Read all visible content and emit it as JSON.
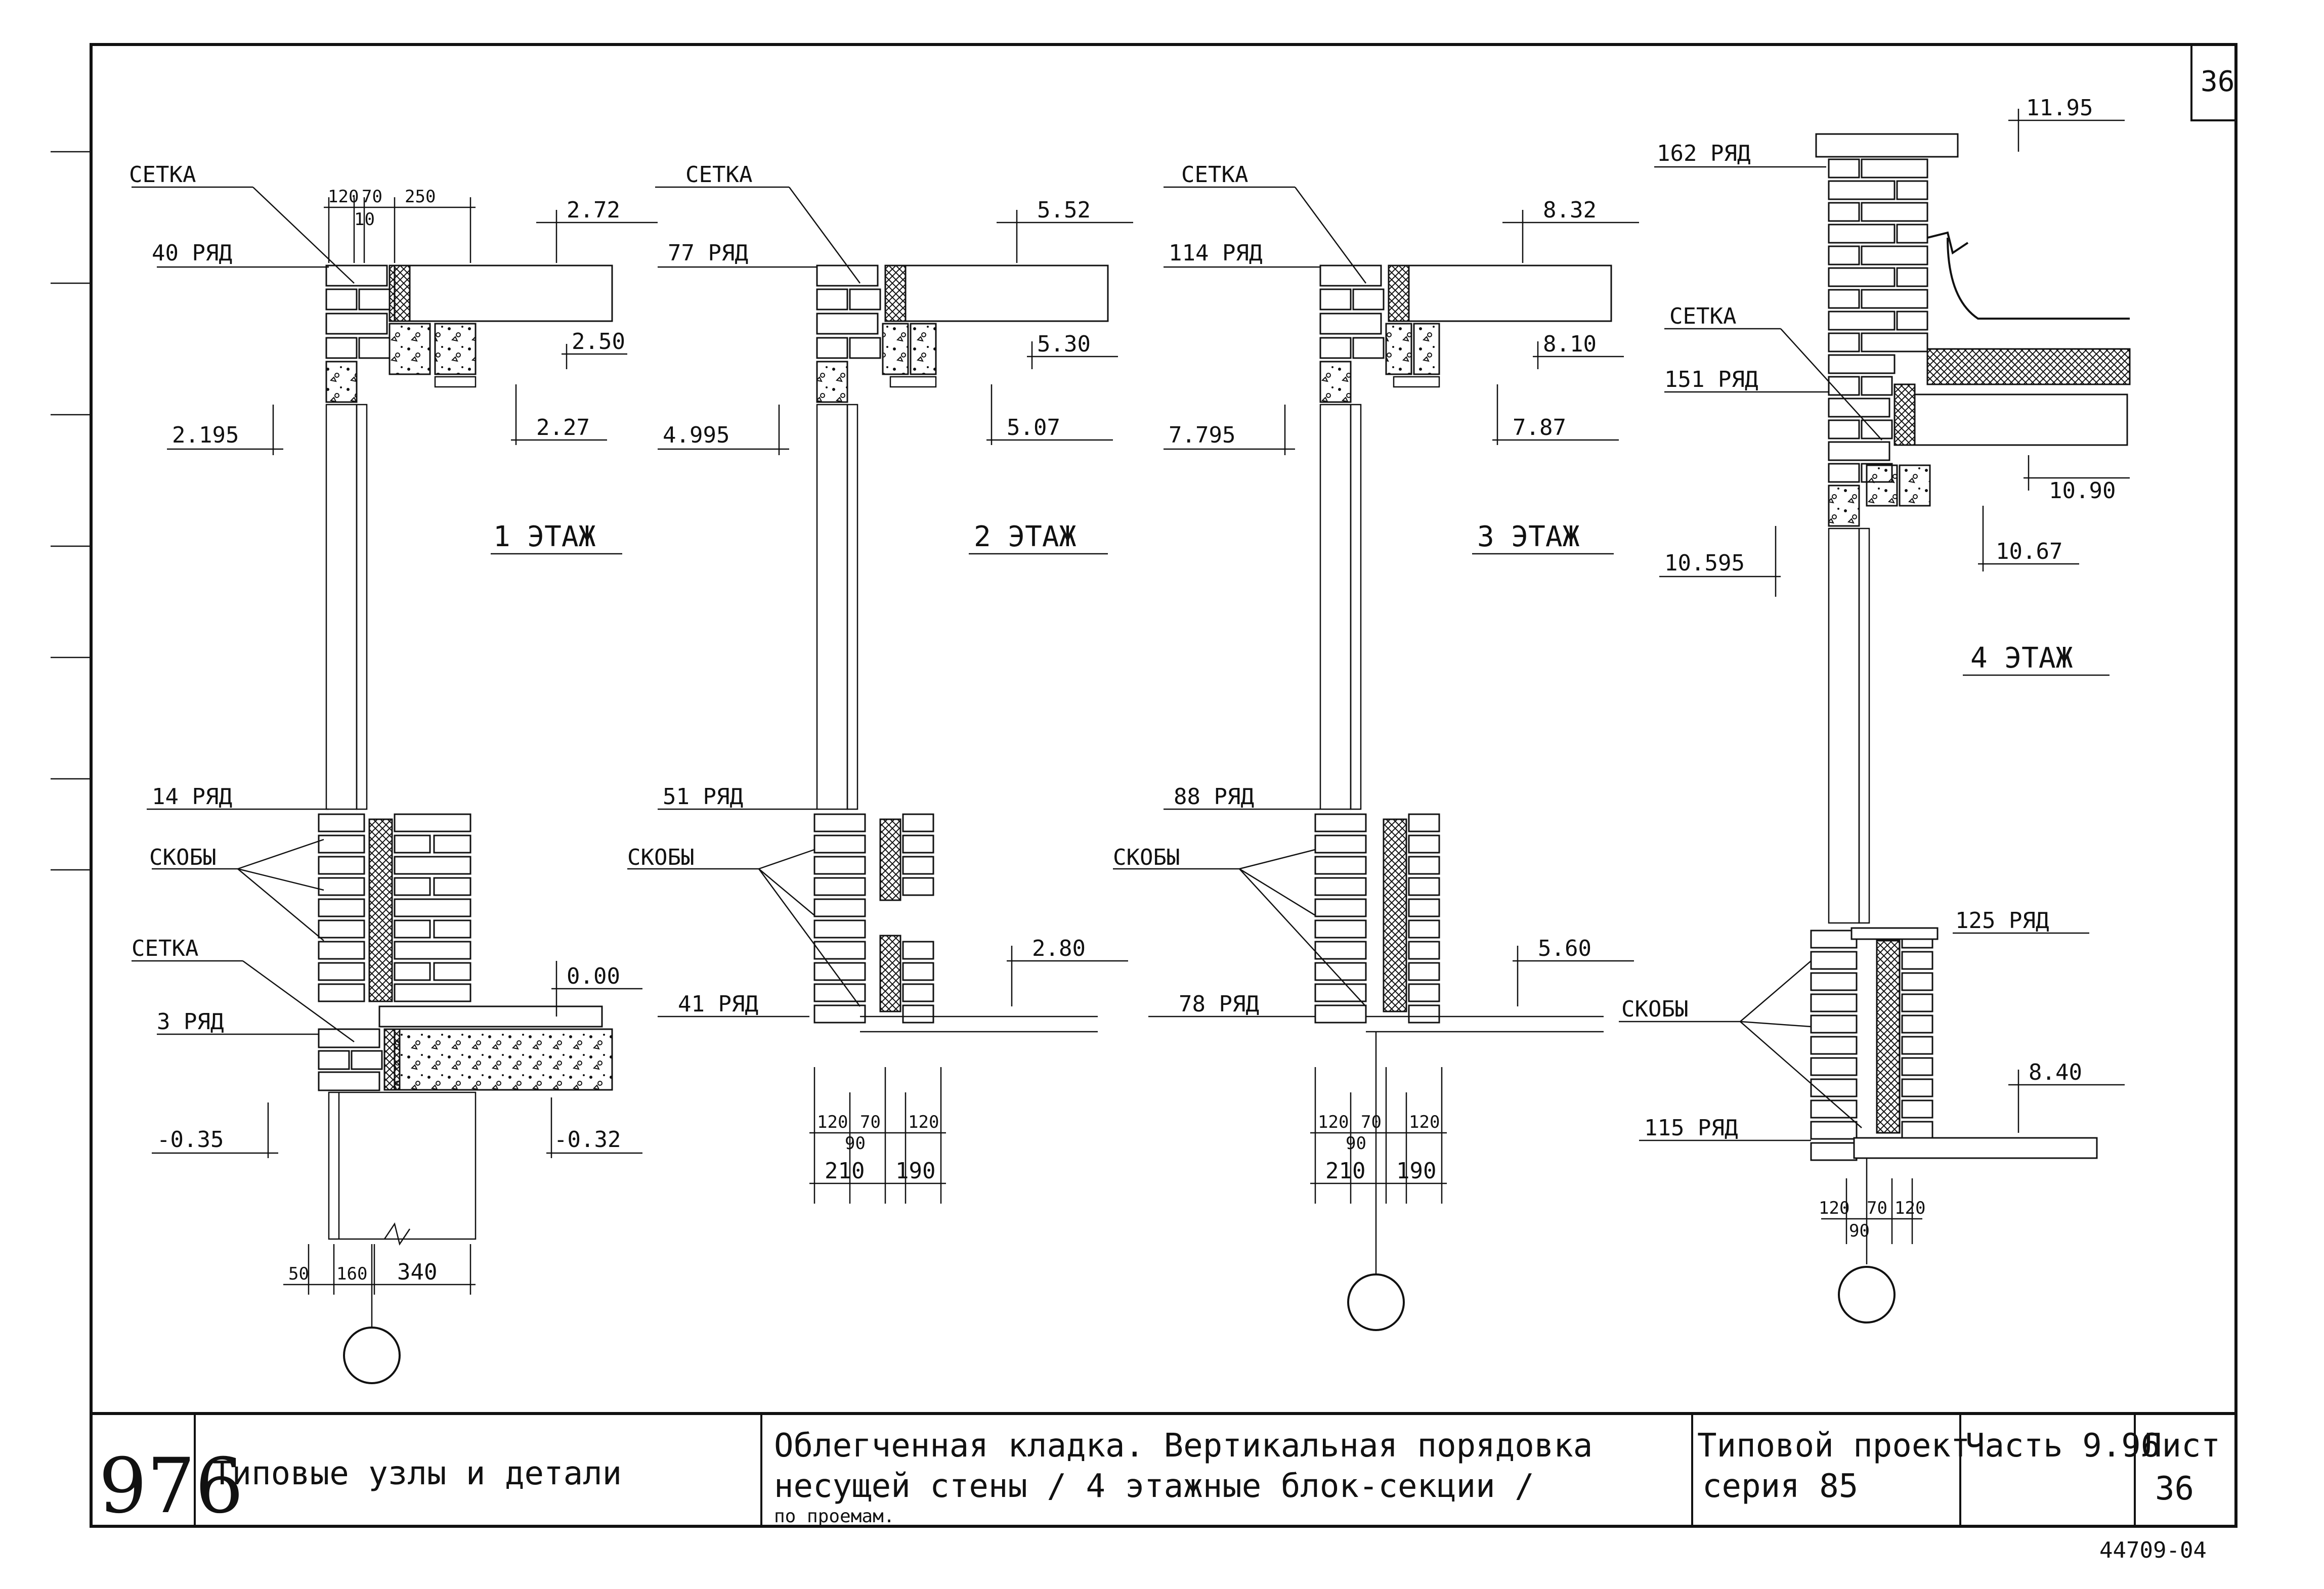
{
  "sheet_no": "36",
  "col1": {
    "setka_top": "СЕТКА",
    "dims_top": [
      "120",
      "70",
      "250"
    ],
    "dim_10": "10",
    "row_top": "40 РЯД",
    "lvl_272": "2.72",
    "lvl_250": "2.50",
    "lvl_227": "2.27",
    "lvl_2195": "2.195",
    "floor": "1 ЭТАЖ",
    "row_mid": "14 РЯД",
    "skoby": "СКОБЫ",
    "setka_bot": "СЕТКА",
    "lvl_000": "0.00",
    "row_bot": "3 РЯД",
    "lvl_m035": "-0.35",
    "lvl_m032": "-0.32",
    "dims_bot": [
      "50",
      "160",
      "340"
    ]
  },
  "col2": {
    "setka_top": "СЕТКА",
    "row_top": "77 РЯД",
    "lvl_552": "5.52",
    "lvl_530": "5.30",
    "lvl_507": "5.07",
    "lvl_4995": "4.995",
    "floor": "2 ЭТАЖ",
    "row_mid": "51 РЯД",
    "skoby": "СКОБЫ",
    "row_bot": "41 РЯД",
    "lvl_280": "2.80",
    "dims_bot": [
      "120",
      "70",
      "120"
    ],
    "dim_90": "90",
    "dims_bot2": [
      "210",
      "190"
    ]
  },
  "col3": {
    "setka_top": "СЕТКА",
    "row_top": "114 РЯД",
    "lvl_832": "8.32",
    "lvl_810": "8.10",
    "lvl_787": "7.87",
    "lvl_7795": "7.795",
    "floor": "3 ЭТАЖ",
    "row_mid": "88 РЯД",
    "skoby": "СКОБЫ",
    "row_bot": "78 РЯД",
    "lvl_560": "5.60",
    "dims_bot": [
      "120",
      "70",
      "120"
    ],
    "dim_90": "90",
    "dims_bot2": [
      "210",
      "190"
    ]
  },
  "col4": {
    "row_top": "162 РЯД",
    "lvl_1195": "11.95",
    "setka": "СЕТКА",
    "row_151": "151 РЯД",
    "lvl_1090": "10.90",
    "lvl_1067": "10.67",
    "lvl_10595": "10.595",
    "floor": "4 ЭТАЖ",
    "row_125": "125 РЯД",
    "skoby": "СКОБЫ",
    "lvl_840": "8.40",
    "row_115": "115 РЯД",
    "dims_bot": [
      "120",
      "70",
      "120"
    ],
    "dim_90": "90"
  },
  "title_block": {
    "number": "976",
    "name": "Типовые узлы и детали",
    "desc_line1": "Облегченная кладка. Вертикальная порядовка",
    "desc_line2": "несущей стены / 4 этажные блок-секции /",
    "desc_line3": "по проемам.",
    "project_label": "Типовой проект",
    "series": "серия 85",
    "part_label": "Часть 9.96",
    "sheet_label": "Лист",
    "sheet_value": "36"
  },
  "stamp": "44709-04"
}
